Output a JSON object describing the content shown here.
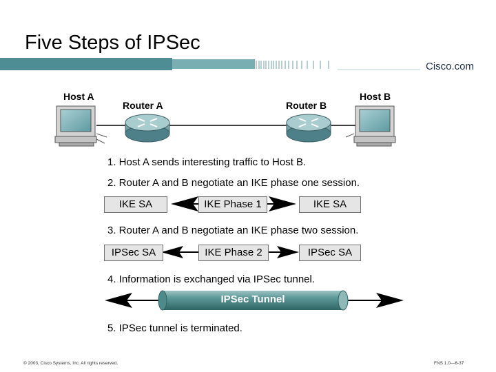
{
  "title": "Five Steps of IPSec",
  "logo": "Cisco.com",
  "devices": {
    "host_a": "Host A",
    "router_a": "Router A",
    "router_b": "Router B",
    "host_b": "Host B"
  },
  "steps": [
    "1. Host A sends interesting traffic to Host B.",
    "2. Router A and B negotiate an IKE phase one session.",
    "3. Router A and B negotiate an IKE phase two session.",
    "4. Information is exchanged via IPSec tunnel.",
    "5. IPSec tunnel is terminated."
  ],
  "phase1": {
    "left": "IKE SA",
    "middle": "IKE Phase 1",
    "right": "IKE SA"
  },
  "phase2": {
    "left": "IPSec SA",
    "middle": "IKE Phase 2",
    "right": "IPSec SA"
  },
  "tunnel": "IPSec Tunnel",
  "footer": {
    "copyright": "© 2003, Cisco Systems, Inc. All rights reserved.",
    "page": "FNS 1.0—6-37"
  },
  "colors": {
    "band": "#4e8d94",
    "tunnel": "#3f7f7f",
    "box_fill": "#e5e5e5"
  },
  "icons": [
    "host-computer-icon",
    "router-icon"
  ]
}
